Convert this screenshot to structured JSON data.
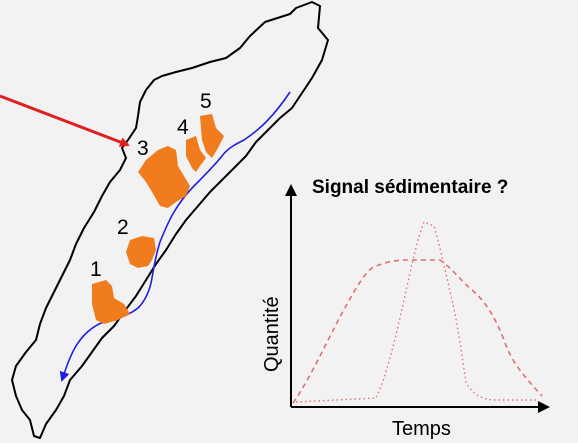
{
  "zones": [
    {
      "id": "1",
      "label": "1"
    },
    {
      "id": "2",
      "label": "2"
    },
    {
      "id": "3",
      "label": "3"
    },
    {
      "id": "4",
      "label": "4"
    },
    {
      "id": "5",
      "label": "5"
    }
  ],
  "signal": {
    "title": "Signal sédimentaire ?",
    "xlabel": "Temps",
    "ylabel": "Quantité"
  },
  "colors": {
    "background": "#f2f2f2",
    "basin_outline": "#000000",
    "deposits": "#f07c1e",
    "river": "#1f1fe0",
    "arrow": "#e02020",
    "curves": "#e07070"
  }
}
